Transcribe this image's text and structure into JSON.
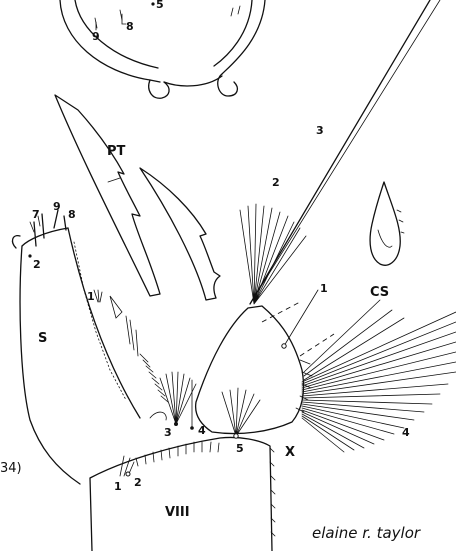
{
  "labels": {
    "pt": "PT",
    "cs": "CS",
    "s": "S",
    "x": "X",
    "viii": "VIII",
    "partial_number": "34)",
    "signature": "elaine r. taylor"
  },
  "setae_numbers": {
    "top_9": "9",
    "top_8": "8",
    "top_5": "5",
    "s_7": "7",
    "s_9": "9",
    "s_8": "8",
    "s_2": "2",
    "s_1": "1",
    "x_3": "3",
    "x_2": "2",
    "x_1": "1",
    "x_4": "4",
    "b_3": "3",
    "b_4": "4",
    "b_5": "5",
    "viii_1": "1",
    "viii_2": "2"
  }
}
